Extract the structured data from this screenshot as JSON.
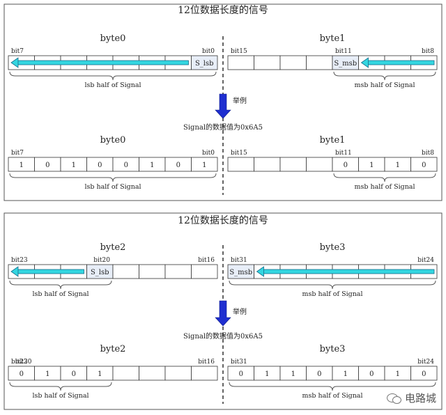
{
  "watermark": "电路城",
  "panels": [
    {
      "title": "12位数据长度的信号",
      "example_label": "举例",
      "value_caption": "Signal的数据值为0x6A5",
      "top": {
        "left_byte": {
          "name": "byte0",
          "bit_left": "bit7",
          "bit_right": "bit0",
          "cells": [
            "",
            "",
            "",
            "",
            "",
            "",
            "",
            "S_lsb"
          ],
          "brace_label": "lsb half of Signal"
        },
        "right_byte": {
          "name": "byte1",
          "bit_left": "bit15",
          "bit_mid": "bit11",
          "bit_right": "bit8",
          "cells": [
            "",
            "",
            "",
            "",
            "S_msb",
            "",
            "",
            ""
          ],
          "brace_label": "msb half of Signal"
        }
      },
      "bottom": {
        "left_byte": {
          "name": "byte0",
          "bit_left": "bit7",
          "bit_right": "bit0",
          "cells": [
            "1",
            "0",
            "1",
            "0",
            "0",
            "1",
            "0",
            "1"
          ],
          "brace_label": "lsb half of Signal"
        },
        "right_byte": {
          "name": "byte1",
          "bit_left": "bit15",
          "bit_mid": "bit11",
          "bit_right": "bit8",
          "cells": [
            "",
            "",
            "",
            "",
            "0",
            "1",
            "1",
            "0"
          ],
          "brace_label": "msb half of Signal"
        }
      }
    },
    {
      "title": "12位数据长度的信号",
      "example_label": "举例",
      "value_caption": "Signal的数据值为0x6A5",
      "top": {
        "left_byte": {
          "name": "byte2",
          "bit_left": "bit23",
          "bit_mid": "bit20",
          "bit_right": "bit16",
          "cells": [
            "",
            "",
            "",
            "S_lsb",
            "",
            "",
            "",
            ""
          ],
          "brace_label": "lsb half of Signal"
        },
        "right_byte": {
          "name": "byte3",
          "bit_left": "bit31",
          "bit_right": "bit24",
          "cells": [
            "S_msb",
            "",
            "",
            "",
            "",
            "",
            "",
            ""
          ],
          "brace_label": "msb half of Signal"
        }
      },
      "bottom": {
        "left_byte": {
          "name": "byte2",
          "bit_left": "bit23",
          "bit_mid": "bit20",
          "bit_right": "bit16",
          "cells": [
            "0",
            "1",
            "0",
            "1",
            "",
            "",
            "",
            ""
          ],
          "brace_label": "lsb half of Signal"
        },
        "right_byte": {
          "name": "byte3",
          "bit_left": "bit31",
          "bit_right": "bit24",
          "cells": [
            "0",
            "1",
            "1",
            "0",
            "1",
            "0",
            "1",
            "0"
          ],
          "brace_label": "msb half of Signal"
        }
      }
    }
  ]
}
